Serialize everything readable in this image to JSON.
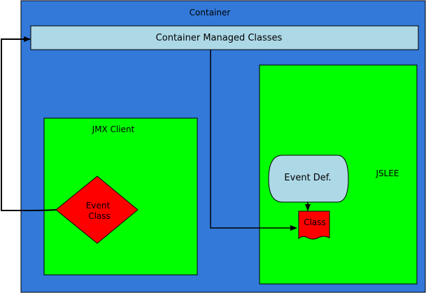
{
  "diagram": {
    "container": {
      "label": "Container",
      "fill": "#3279d9"
    },
    "managed_classes": {
      "label": "Container Managed Classes",
      "fill": "#add8e6"
    },
    "jmx_client": {
      "label": "JMX Client",
      "fill": "#00ff00"
    },
    "event_class": {
      "label_line1": "Event",
      "label_line2": "Class",
      "fill": "#ff0000"
    },
    "jslee": {
      "label": "JSLEE",
      "fill": "#00ff00"
    },
    "event_def": {
      "label": "Event Def.",
      "fill": "#add8e6"
    },
    "class_doc": {
      "label": "Class",
      "fill": "#ff0000"
    }
  }
}
